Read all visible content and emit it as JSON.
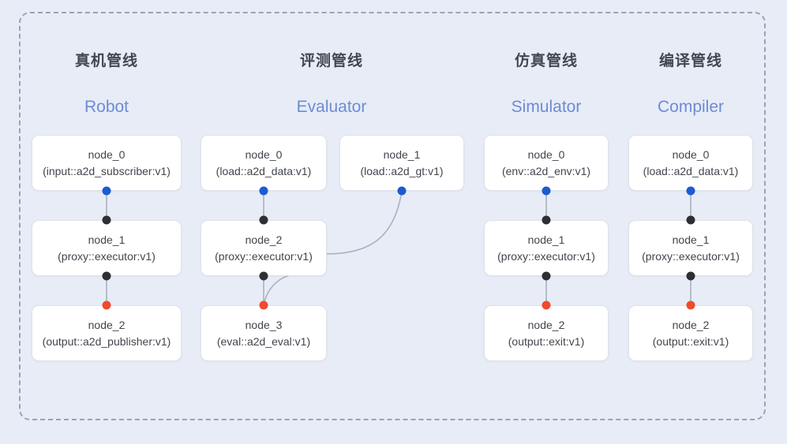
{
  "diagram": {
    "frame_style": "dashed-rounded",
    "background_color": "#e7ecf7",
    "border_color": "#9aa3b4",
    "node_fill": "#ffffff",
    "node_border": "#dfe2e8",
    "subtitle_color": "#6e8bd2",
    "title_color": "#43474f",
    "port_colors": {
      "input": "#2d2f33",
      "output_blue": "#1c5cd0",
      "output_red": "#f04a2f"
    }
  },
  "columns": [
    {
      "id": "robot",
      "title": "真机管线",
      "subtitle": "Robot",
      "nodes": [
        {
          "name": "node_0",
          "spec": "(input::a2d_subscriber:v1)"
        },
        {
          "name": "node_1",
          "spec": "(proxy::executor:v1)"
        },
        {
          "name": "node_2",
          "spec": "(output::a2d_publisher:v1)"
        }
      ]
    },
    {
      "id": "evaluator",
      "title": "评测管线",
      "subtitle": "Evaluator",
      "nodes": [
        {
          "name": "node_0",
          "spec": "(load::a2d_data:v1)"
        },
        {
          "name": "node_2",
          "spec": "(proxy::executor:v1)"
        },
        {
          "name": "node_3",
          "spec": "(eval::a2d_eval:v1)"
        }
      ],
      "side_nodes": [
        {
          "name": "node_1",
          "spec": "(load::a2d_gt:v1)"
        }
      ]
    },
    {
      "id": "simulator",
      "title": "仿真管线",
      "subtitle": "Simulator",
      "nodes": [
        {
          "name": "node_0",
          "spec": "(env::a2d_env:v1)"
        },
        {
          "name": "node_1",
          "spec": "(proxy::executor:v1)"
        },
        {
          "name": "node_2",
          "spec": "(output::exit:v1)"
        }
      ]
    },
    {
      "id": "compiler",
      "title": "编译管线",
      "subtitle": "Compiler",
      "nodes": [
        {
          "name": "node_0",
          "spec": "(load::a2d_data:v1)"
        },
        {
          "name": "node_1",
          "spec": "(proxy::executor:v1)"
        },
        {
          "name": "node_2",
          "spec": "(output::exit:v1)"
        }
      ]
    }
  ]
}
